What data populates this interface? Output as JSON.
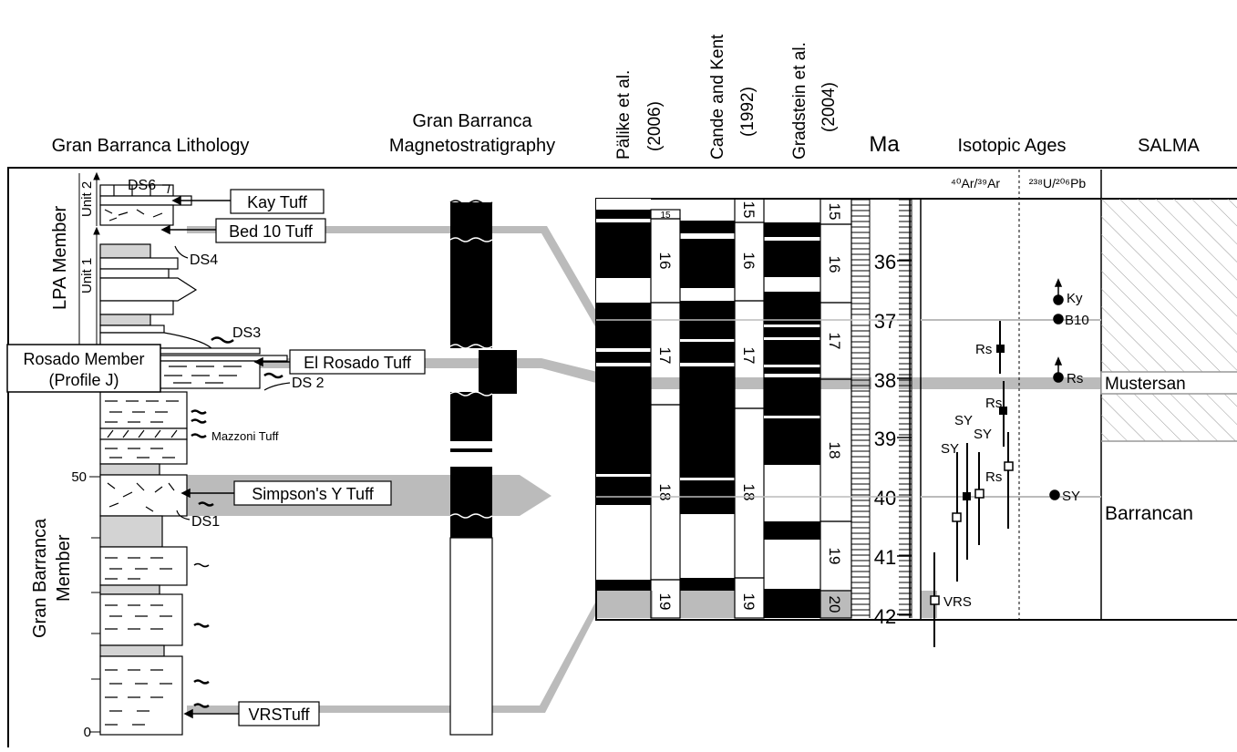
{
  "headers": {
    "lithology": "Gran Barranca Lithology",
    "magneto_1": "Gran Barranca",
    "magneto_2": "Magnetostratigraphy",
    "palike_1": "Pälike et al.",
    "palike_2": "(2006)",
    "cande_1": "Cande and Kent",
    "cande_2": "(1992)",
    "gradstein_1": "Gradstein et al.",
    "gradstein_2": "(2004)",
    "ma": "Ma",
    "isotopic": "Isotopic Ages",
    "salma": "SALMA"
  },
  "isotope_labels": {
    "ar": "⁴⁰Ar/³⁹Ar",
    "u": "²³⁸U/²⁰⁶Pb"
  },
  "members": {
    "lpa": "LPA Member",
    "rosado_1": "Rosado Member",
    "rosado_2": "(Profile J)",
    "gb_1": "Gran Barranca",
    "gb_2": "Member",
    "unit_2": "Unit 2",
    "unit_1": "Unit 1"
  },
  "depth_ticks": {
    "fifty": "50",
    "zero": "0"
  },
  "surfaces": {
    "ds6": "DS6",
    "ds4": "DS4",
    "ds3": "DS3",
    "ds2": "DS 2",
    "ds1": "DS1",
    "mazzoni": "Mazzoni Tuff"
  },
  "tuffs": {
    "kay": "Kay Tuff",
    "bed10": "Bed 10 Tuff",
    "el_rosado": "El Rosado Tuff",
    "simpson": "Simpson's Y Tuff",
    "vrs": "VRSTuff"
  },
  "ma_ticks": [
    "36",
    "37",
    "38",
    "39",
    "40",
    "41",
    "42"
  ],
  "chron_labels": {
    "palike": [
      "15",
      "16",
      "17",
      "18",
      "19"
    ],
    "cande": [
      "15",
      "16",
      "17",
      "18",
      "19"
    ],
    "gradstein": [
      "15",
      "16",
      "17",
      "18",
      "19",
      "20"
    ]
  },
  "ages": {
    "ky": "Ky",
    "b10": "B10",
    "rs_u": "Rs",
    "sy_u": "SY",
    "rs_ar1": "Rs",
    "rs_ar2": "Rs",
    "rs_ar3": "Rs",
    "sy_ar1": "SY",
    "sy_ar2": "SY",
    "sy_ar3": "SY",
    "vrs": "VRS"
  },
  "salma": {
    "mustersan": "Mustersan",
    "barrancan": "Barrancan"
  },
  "colors": {
    "grey": "#bbbbbb",
    "light_grey": "#d3d3d3",
    "black": "#000000"
  }
}
